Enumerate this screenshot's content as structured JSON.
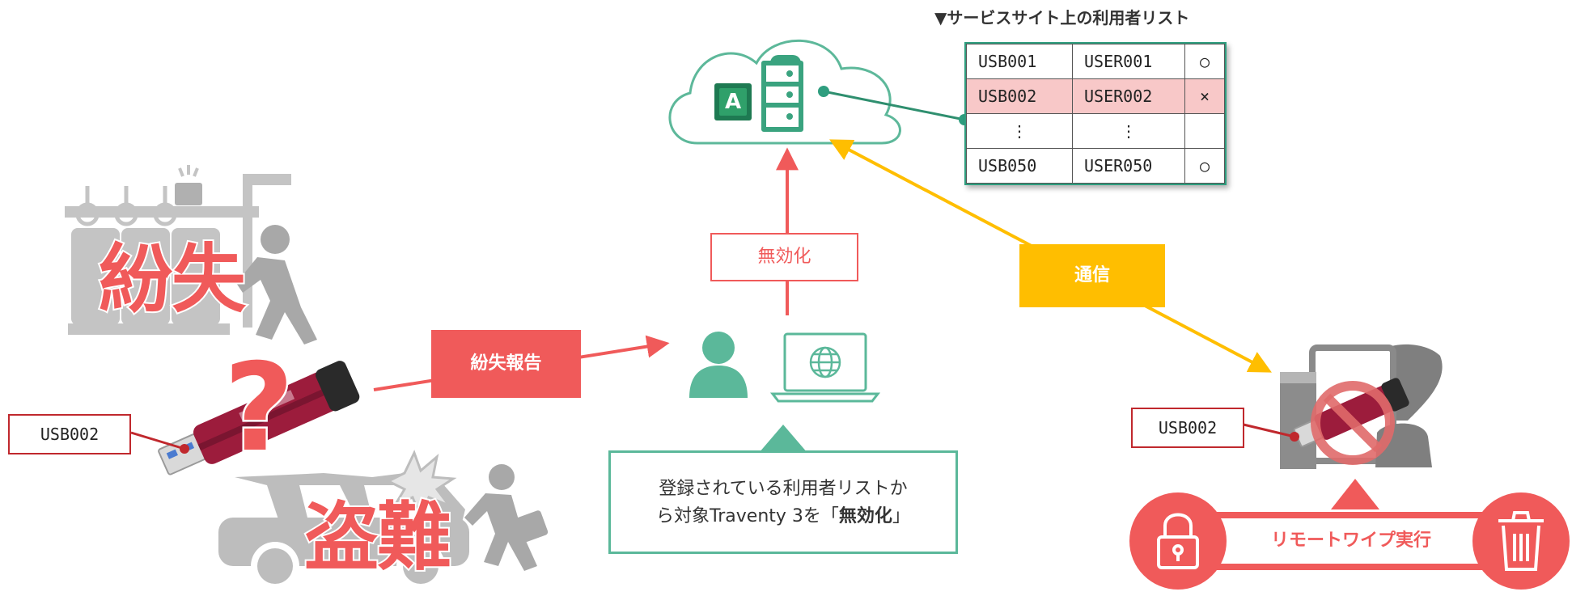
{
  "list_title": "▼サービスサイト上の利用者リスト",
  "user_list": [
    {
      "usb": "USB001",
      "user": "USER001",
      "status": "○",
      "highlighted": false
    },
    {
      "usb": "USB002",
      "user": "USER002",
      "status": "×",
      "highlighted": true
    },
    {
      "usb": "⋮",
      "user": "⋮",
      "status": "",
      "highlighted": false
    },
    {
      "usb": "USB050",
      "user": "USER050",
      "status": "○",
      "highlighted": false
    }
  ],
  "labels": {
    "lost": "紛失",
    "stolen": "盗難",
    "lost_report": "紛失報告",
    "disable": "無効化",
    "communication": "通信",
    "remote_wipe": "リモートワイプ実行",
    "usb_left": "USB002",
    "usb_right": "USB002",
    "callout_line1": "登録されている利用者リストか",
    "callout_line2_prefix": "ら対象Traventy 3を「",
    "callout_line2_bold": "無効化",
    "callout_line2_suffix": "」",
    "cloud_app_letter": "A"
  },
  "colors": {
    "red": "#f05a5a",
    "teal": "#2f9e7f",
    "yellow": "#ffbe00",
    "grey": "#bdbdbd",
    "usb_body": "#9c1c3c"
  },
  "icons": [
    "question-mark-icon",
    "cloud-icon",
    "database-icon",
    "user-icon",
    "laptop-icon",
    "globe-icon",
    "padlock-icon",
    "trash-icon",
    "prohibited-icon",
    "usb-drive-icon"
  ]
}
